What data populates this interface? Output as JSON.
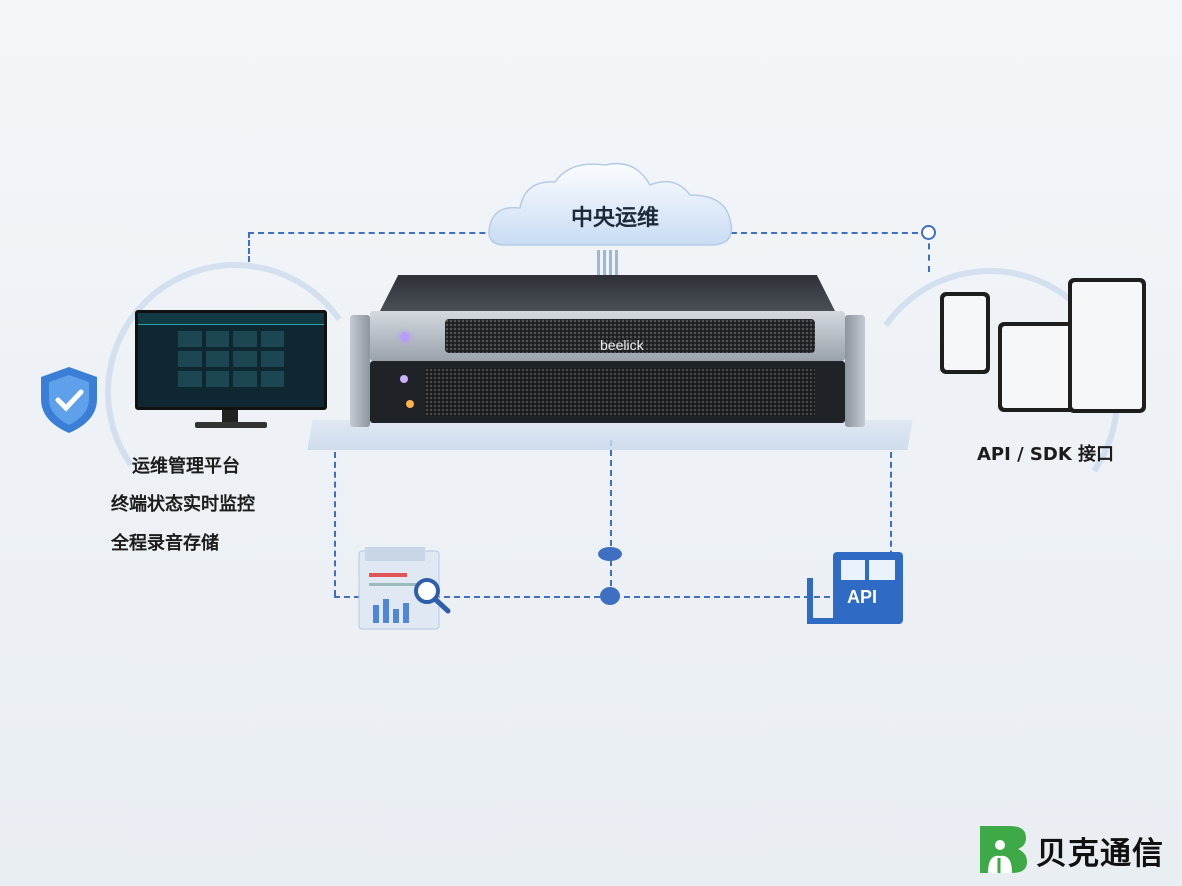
{
  "cloud": {
    "label": "中央运维"
  },
  "server": {
    "brand": "beelick"
  },
  "left_panel": {
    "title": "运维管理平台",
    "features": [
      "终端状态实时监控",
      "全程录音存储"
    ]
  },
  "right_panel": {
    "title": "API / SDK 接口"
  },
  "api_icon": {
    "label": "API"
  },
  "logo": {
    "text": "贝克通信",
    "color": "#3daa47"
  },
  "colors": {
    "accent": "#3e6fc0",
    "shield": "#3a7fd5"
  }
}
